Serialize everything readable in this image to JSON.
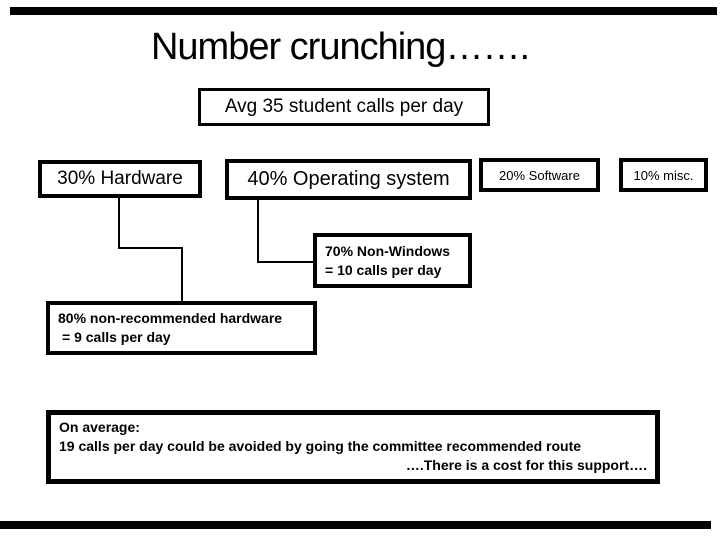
{
  "slide": {
    "title": "Number crunching…….",
    "avg_box_label": "Avg 35 student calls per day",
    "categories": [
      {
        "label": "30% Hardware"
      },
      {
        "label": "40% Operating system"
      },
      {
        "label": "20% Software"
      },
      {
        "label": "10% misc."
      }
    ],
    "non_windows_box": {
      "line1": "70% Non-Windows",
      "line2": "= 10 calls per day"
    },
    "non_recommended_box": {
      "line1": "80% non-recommended hardware",
      "line2": "= 9 calls per day"
    },
    "summary_box": {
      "line1": "On average:",
      "line2": "19 calls per day could be avoided by going the committee recommended route",
      "line3": "….There is a cost for this support…."
    },
    "colors": {
      "ink": "#000000",
      "background": "#ffffff"
    }
  }
}
